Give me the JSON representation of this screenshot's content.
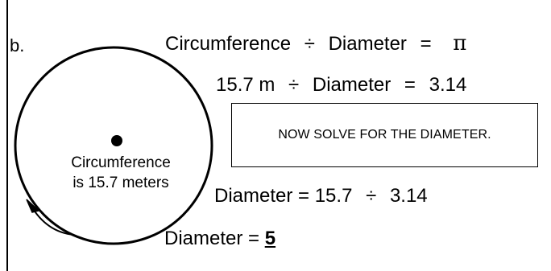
{
  "part_label": "b.",
  "equation_1": {
    "left": "Circumference",
    "op": "÷",
    "middle": "Diameter",
    "eq": "=",
    "right": "π"
  },
  "equation_2": {
    "left": "15.7 m",
    "op": "÷",
    "middle": "Diameter",
    "eq": "=",
    "right": "3.14"
  },
  "instruction": "NOW SOLVE FOR THE DIAMETER.",
  "equation_3": {
    "left": "Diameter = 15.7",
    "op": "÷",
    "right": "3.14"
  },
  "equation_4": {
    "left": "Diameter = ",
    "answer": "5"
  },
  "circle": {
    "caption_line1": "Circumference",
    "caption_line2": "is 15.7 meters"
  },
  "colors": {
    "ink": "#000000",
    "paper": "#ffffff"
  }
}
